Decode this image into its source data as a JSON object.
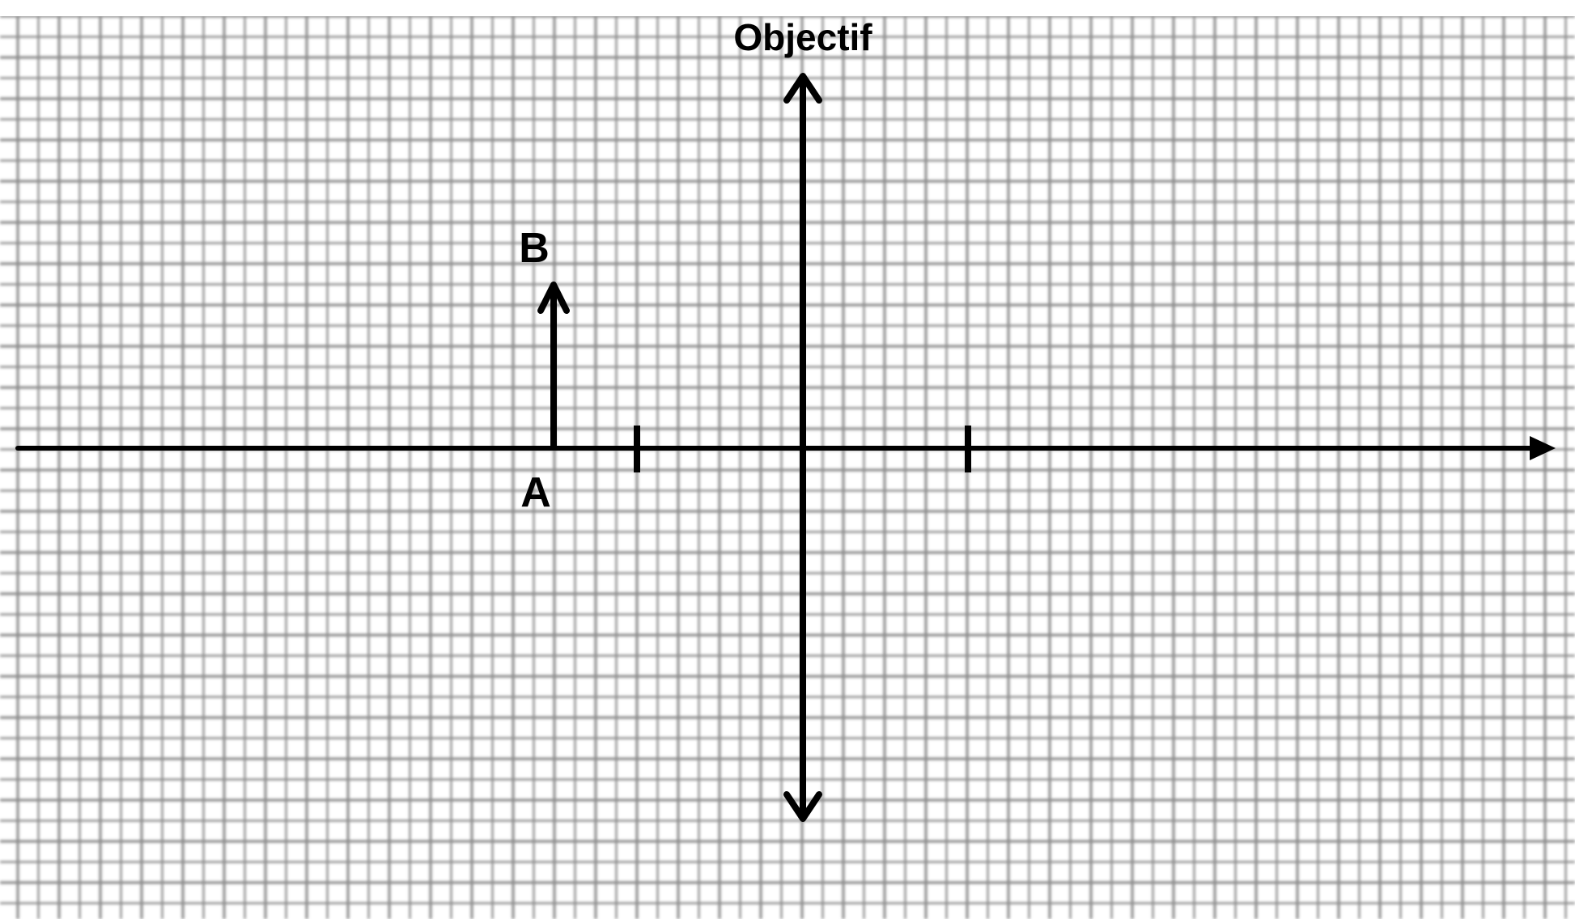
{
  "diagram": {
    "type": "optics-thin-lens",
    "lens_label": "Objectif",
    "object_base_label": "A",
    "object_tip_label": "B",
    "colors": {
      "background": "#ffffff",
      "grid": "#8c8c8c",
      "ink": "#000000"
    }
  }
}
